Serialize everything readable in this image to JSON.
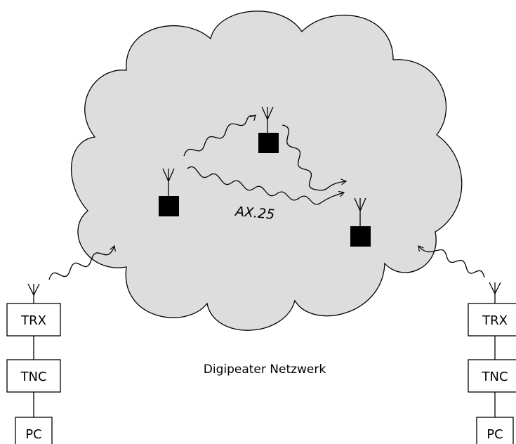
{
  "diagram": {
    "protocol_label": "AX.25",
    "network_label": "Digipeater Netzwerk",
    "left_station": {
      "radio": "TRX",
      "modem": "TNC",
      "computer": "PC"
    },
    "right_station": {
      "radio": "TRX",
      "modem": "TNC",
      "computer": "PC"
    },
    "colors": {
      "cloud_fill": "#dddddd",
      "stroke": "#000000",
      "node_fill": "#000000",
      "background": "#ffffff"
    },
    "icons": [
      "antenna-icon",
      "digipeater-node-icon",
      "radio-link-icon",
      "cloud-shape"
    ]
  }
}
